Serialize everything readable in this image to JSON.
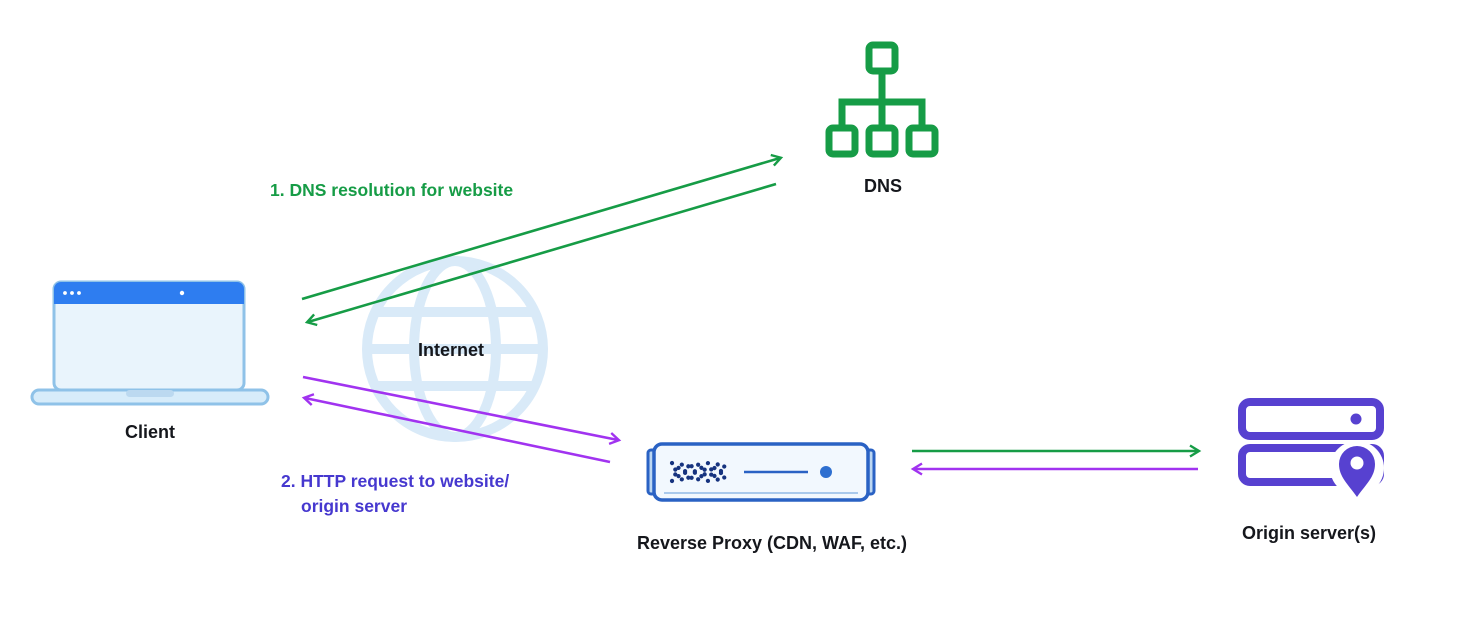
{
  "nodes": {
    "client": {
      "label": "Client",
      "icon": "laptop-icon"
    },
    "internet": {
      "label": "Internet",
      "icon": "globe-icon"
    },
    "dns": {
      "label": "DNS",
      "icon": "sitemap-icon"
    },
    "reverse_proxy": {
      "label": "Reverse Proxy (CDN, WAF, etc.)",
      "icon": "server-appliance-icon"
    },
    "origin": {
      "label": "Origin server(s)",
      "icon": "server-stack-location-pin-icon"
    }
  },
  "steps": {
    "step1": "1. DNS resolution for website",
    "step2_line1": "2. HTTP request to website/",
    "step2_line2": "origin server"
  },
  "arrows": [
    {
      "name": "client-to-dns",
      "color": "green",
      "direction": "to-dns"
    },
    {
      "name": "dns-to-client",
      "color": "green",
      "direction": "to-client"
    },
    {
      "name": "client-to-proxy",
      "color": "purple",
      "direction": "to-proxy"
    },
    {
      "name": "proxy-to-client",
      "color": "purple",
      "direction": "to-client"
    },
    {
      "name": "proxy-to-origin",
      "color": "green",
      "direction": "to-origin"
    },
    {
      "name": "origin-to-proxy",
      "color": "purple",
      "direction": "to-proxy"
    }
  ],
  "colors": {
    "green": "#169c46",
    "purple": "#a133f0",
    "indigo": "#4638cf",
    "proxyBlue": "#2a62c4",
    "proxyNavy": "#16337f",
    "proxyFill": "#f2f8fe",
    "proxyTab": "#bcd7f2",
    "proxyDot": "#2e6fd0",
    "laptopBar": "#2e7df0",
    "laptopStroke": "#8fc2e8",
    "laptopFill": "#e9f4fc",
    "laptopBase": "#d7ecfa",
    "globe": "#d9eaf8",
    "originPurple": "#5741d0",
    "textDark": "#15171c"
  }
}
